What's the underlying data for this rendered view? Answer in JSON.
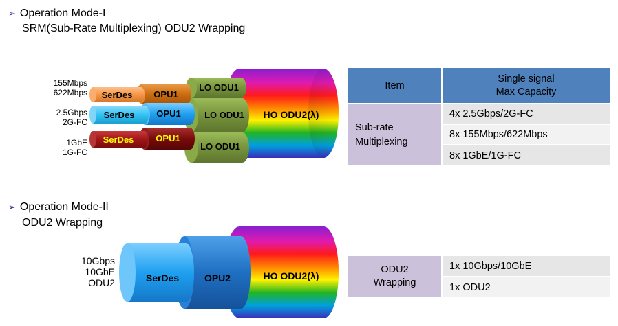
{
  "mode1": {
    "title": "Operation Mode-I",
    "subtitle": "SRM(Sub-Rate Multiplexing) ODU2 Wrapping",
    "side_labels": [
      {
        "line1": "155Mbps",
        "line2": "622Mbps"
      },
      {
        "line1": "2.5Gbps",
        "line2": "2G-FC"
      },
      {
        "line1": "1GbE",
        "line2": "1G-FC"
      }
    ],
    "diagram": {
      "serdes": [
        "SerDes",
        "SerDes",
        "SerDes"
      ],
      "opu": [
        "OPU1",
        "OPU1",
        "OPU1"
      ],
      "lo_odu": [
        "LO ODU1",
        "LO ODU1",
        "LO ODU1"
      ],
      "ho_odu": "HO ODU2(λ)"
    },
    "table": {
      "header": {
        "item": "Item",
        "capacity_line1": "Single signal",
        "capacity_line2": "Max Capacity"
      },
      "item_line1": "Sub-rate",
      "item_line2": "Multiplexing",
      "rows": [
        "4x 2.5Gbps/2G-FC",
        "8x 155Mbps/622Mbps",
        "8x 1GbE/1G-FC"
      ]
    }
  },
  "mode2": {
    "title": "Operation Mode-II",
    "subtitle": "ODU2 Wrapping",
    "side_label": {
      "line1": "10Gbps",
      "line2": "10GbE",
      "line3": "ODU2"
    },
    "diagram": {
      "serdes": "SerDes",
      "opu": "OPU2",
      "ho_odu": "HO ODU2(λ)"
    },
    "table": {
      "item_line1": "ODU2",
      "item_line2": "Wrapping",
      "rows": [
        "1x 10Gbps/10GbE",
        "1x ODU2"
      ]
    }
  },
  "colors": {
    "header_blue": "#4f81bd",
    "item_lavender": "#ccc1da",
    "row_gray": "#e6e6e6",
    "serdes_orange": "#f79646",
    "serdes_cyan": "#33c3f4",
    "serdes_darkred": "#a11516",
    "lo_odu_green": "#77933c",
    "opu2_blue": "#1f6fc2"
  }
}
